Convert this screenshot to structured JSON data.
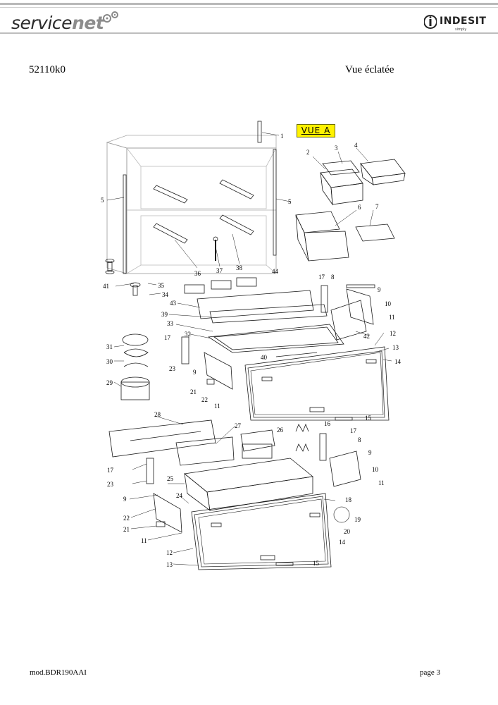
{
  "header": {
    "brand_service": "service",
    "brand_net": "net",
    "brand_indesit": "INDESIT",
    "brand_indesit_sub": "simply"
  },
  "document": {
    "code": "52110k0",
    "title": "Vue éclatée",
    "view_label": "VUE A",
    "model": "mod.BDR190AAI",
    "page": "page 3"
  },
  "callouts": [
    "1",
    "2",
    "3",
    "4",
    "5",
    "5",
    "6",
    "7",
    "36",
    "37",
    "38",
    "41",
    "35",
    "34",
    "44",
    "43",
    "17",
    "8",
    "9",
    "10",
    "11",
    "39",
    "33",
    "32",
    "31",
    "30",
    "17",
    "23",
    "9",
    "42",
    "12",
    "13",
    "14",
    "40",
    "29",
    "21",
    "22",
    "11",
    "28",
    "27",
    "26",
    "16",
    "17",
    "15",
    "8",
    "9",
    "17",
    "23",
    "25",
    "10",
    "11",
    "24",
    "9",
    "22",
    "21",
    "18",
    "11",
    "12",
    "13",
    "14",
    "19",
    "20",
    "15"
  ]
}
